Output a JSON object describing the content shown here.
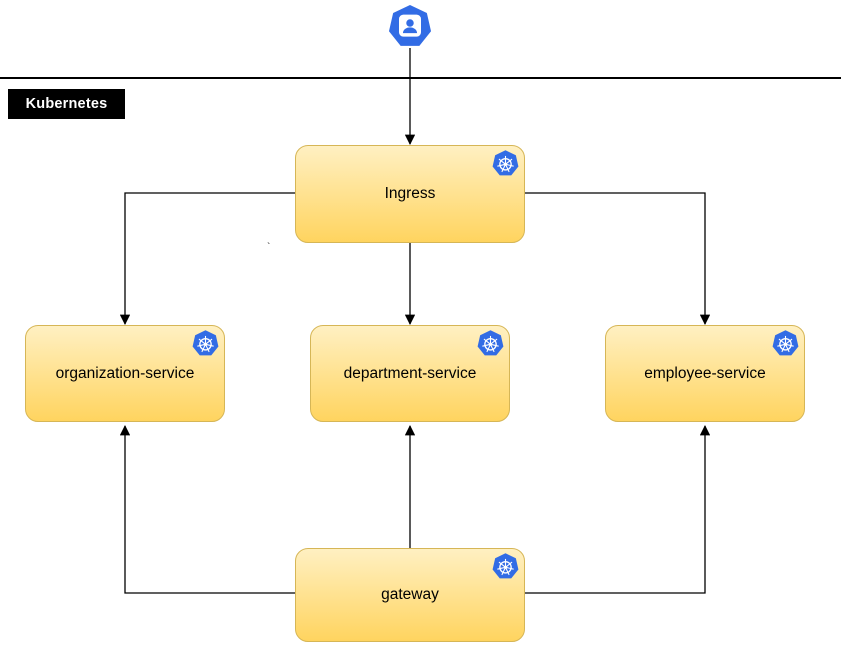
{
  "diagram": {
    "group_label": "Kubernetes",
    "stray_mark": "`",
    "colors": {
      "kubernetes_blue": "#326CE5",
      "node_fill_top": "#FFF0C2",
      "node_fill_bottom": "#FFD45F",
      "node_border": "#D6B656",
      "connector": "#000000",
      "group_label_bg": "#000000",
      "group_label_fg": "#FFFFFF"
    }
  },
  "nodes": {
    "user": {
      "icon": "user-icon"
    },
    "ingress": {
      "label": "Ingress",
      "icon": "kubernetes-helm-icon"
    },
    "organization": {
      "label": "organization-service",
      "icon": "kubernetes-helm-icon"
    },
    "department": {
      "label": "department-service",
      "icon": "kubernetes-helm-icon"
    },
    "employee": {
      "label": "employee-service",
      "icon": "kubernetes-helm-icon"
    },
    "gateway": {
      "label": "gateway",
      "icon": "kubernetes-helm-icon"
    }
  },
  "edges": [
    {
      "from": "user",
      "to": "Ingress"
    },
    {
      "from": "Ingress",
      "to": "organization-service"
    },
    {
      "from": "Ingress",
      "to": "department-service"
    },
    {
      "from": "Ingress",
      "to": "employee-service"
    },
    {
      "from": "gateway",
      "to": "organization-service"
    },
    {
      "from": "gateway",
      "to": "department-service"
    },
    {
      "from": "gateway",
      "to": "employee-service"
    }
  ]
}
